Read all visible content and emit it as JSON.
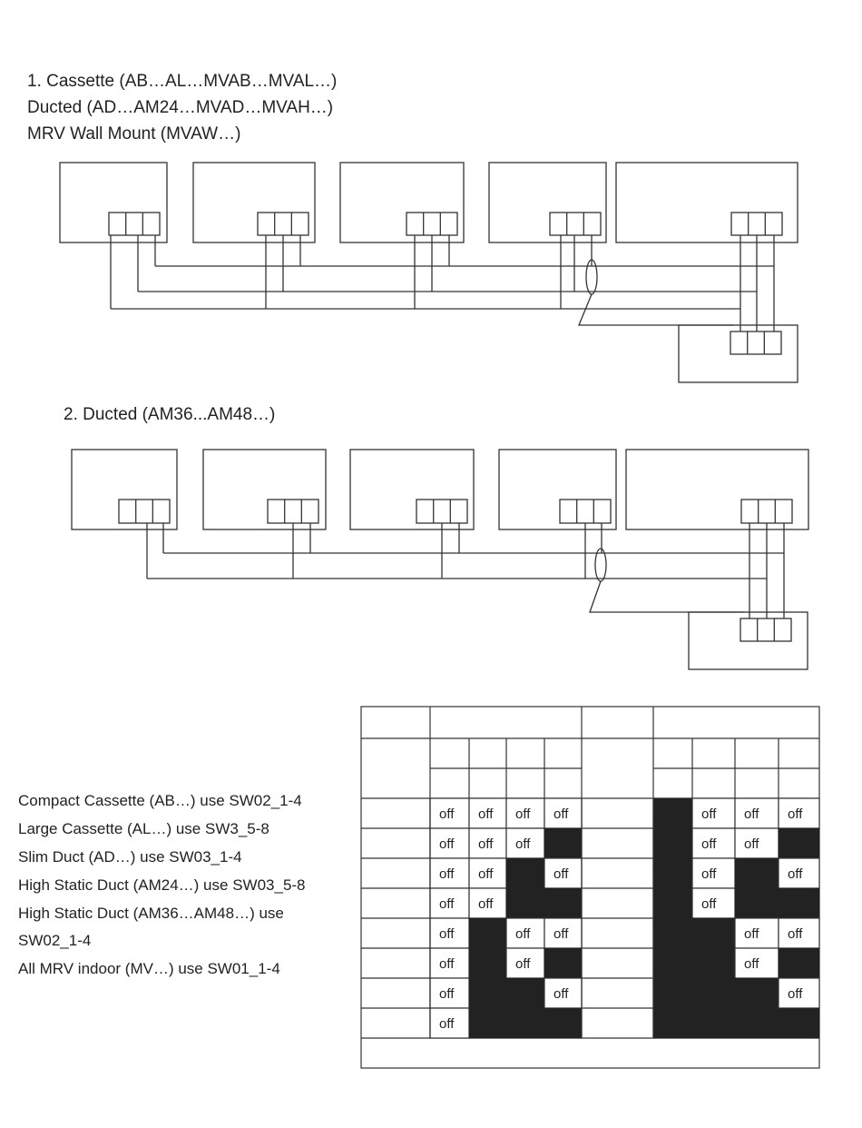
{
  "section1": {
    "title_lines": [
      "1. Cassette (AB…AL…MVAB…MVAL…)",
      "Ducted (AD…AM24…MVAD…MVAH…)",
      "MRV Wall Mount (MVAW…)"
    ]
  },
  "section2": {
    "title": "2. Ducted (AM36...AM48…)"
  },
  "notes": [
    "Compact Cassette (AB…) use SW02_1-4",
    "Large Cassette (AL…) use SW3_5-8",
    "Slim Duct (AD…) use SW03_1-4",
    "High Static Duct (AM24…) use SW03_5-8",
    "High Static Duct (AM36…AM48…) use",
    "SW02_1-4",
    "All MRV indoor (MV…) use SW01_1-4"
  ],
  "switch_table": {
    "off_label": "off",
    "group_a": [
      [
        "off",
        "off",
        "off",
        "off"
      ],
      [
        "off",
        "off",
        "off",
        "on"
      ],
      [
        "off",
        "off",
        "on",
        "off"
      ],
      [
        "off",
        "off",
        "on",
        "on"
      ],
      [
        "off",
        "on",
        "off",
        "off"
      ],
      [
        "off",
        "on",
        "off",
        "on"
      ],
      [
        "off",
        "on",
        "on",
        "off"
      ],
      [
        "off",
        "on",
        "on",
        "on"
      ]
    ],
    "group_b": [
      [
        "on",
        "off",
        "off",
        "off"
      ],
      [
        "on",
        "off",
        "off",
        "on"
      ],
      [
        "on",
        "off",
        "on",
        "off"
      ],
      [
        "on",
        "off",
        "on",
        "on"
      ],
      [
        "on",
        "on",
        "off",
        "off"
      ],
      [
        "on",
        "on",
        "off",
        "on"
      ],
      [
        "on",
        "on",
        "on",
        "off"
      ],
      [
        "on",
        "on",
        "on",
        "on"
      ]
    ]
  }
}
